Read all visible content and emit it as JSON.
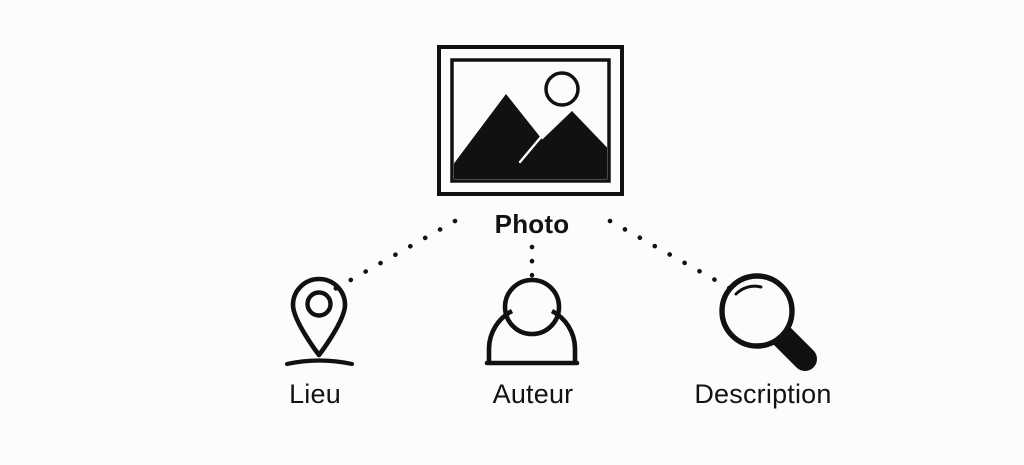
{
  "page": {
    "title": "Photo metadata diagram",
    "background_color": "#fcfcfc",
    "ink_color": "#111111"
  },
  "diagram": {
    "type": "hub-and-spoke",
    "root": {
      "id": "photo",
      "label": "Photo",
      "icon": "image-photo-icon",
      "icon_description": "framed picture with mountains and sun"
    },
    "children": [
      {
        "id": "lieu",
        "label": "Lieu",
        "icon": "location-pin-icon",
        "icon_description": "map marker pin with ground line"
      },
      {
        "id": "auteur",
        "label": "Auteur",
        "icon": "person-icon",
        "icon_description": "user silhouette outline, head and shoulders"
      },
      {
        "id": "description",
        "label": "Description",
        "icon": "magnifier-icon",
        "icon_description": "magnifying glass with solid handle"
      }
    ],
    "connectors": [
      {
        "from": "photo",
        "to": "lieu",
        "style": "dotted"
      },
      {
        "from": "photo",
        "to": "auteur",
        "style": "dotted"
      },
      {
        "from": "photo",
        "to": "description",
        "style": "dotted"
      }
    ]
  }
}
